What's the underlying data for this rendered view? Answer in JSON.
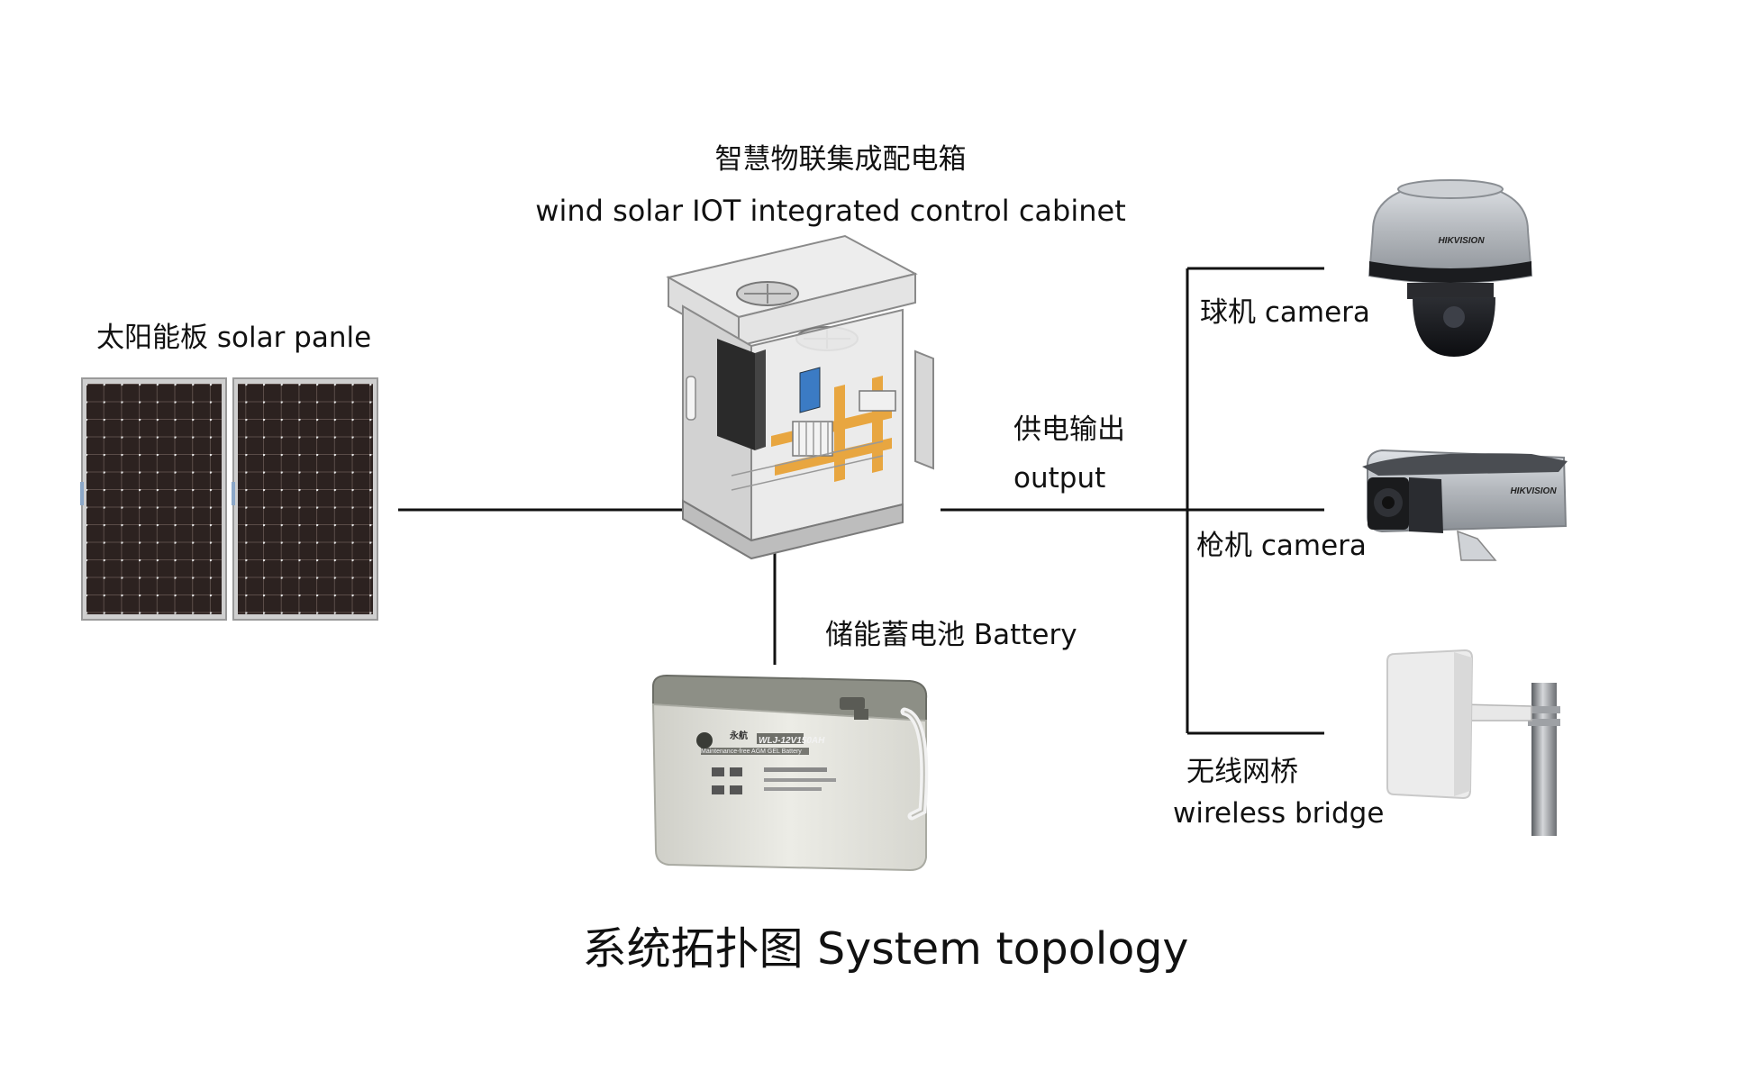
{
  "labels": {
    "cabinet_zh": "智慧物联集成配电箱",
    "cabinet_en": "wind solar IOT integrated control cabinet",
    "solar_panel": "太阳能板 solar panle",
    "output_zh": "供电输出",
    "output_en": "output",
    "dome_camera": "球机 camera",
    "bullet_camera": "枪机 camera",
    "battery": "储能蓄电池 Battery",
    "wireless_zh": "无线网桥",
    "wireless_en": "wireless bridge",
    "title": "系统拓扑图 System topology"
  },
  "product_text": {
    "dome_brand": "HIKVISION",
    "bullet_brand": "HIKVISION",
    "battery_brand": "永航",
    "battery_model": "WLJ-12V150AH",
    "battery_type": "Maintenance-free AGM GEL Battery"
  },
  "colors": {
    "line": "#111111",
    "panel_cell": "#2c2220",
    "panel_frame": "#c9c9c9",
    "cabinet_body": "#d9d9d9",
    "cabinet_accent": "#e8a640",
    "battery_body": "#e6e6e0",
    "battery_lid": "#8d8f86",
    "camera_silver": "#b9bcc0"
  }
}
